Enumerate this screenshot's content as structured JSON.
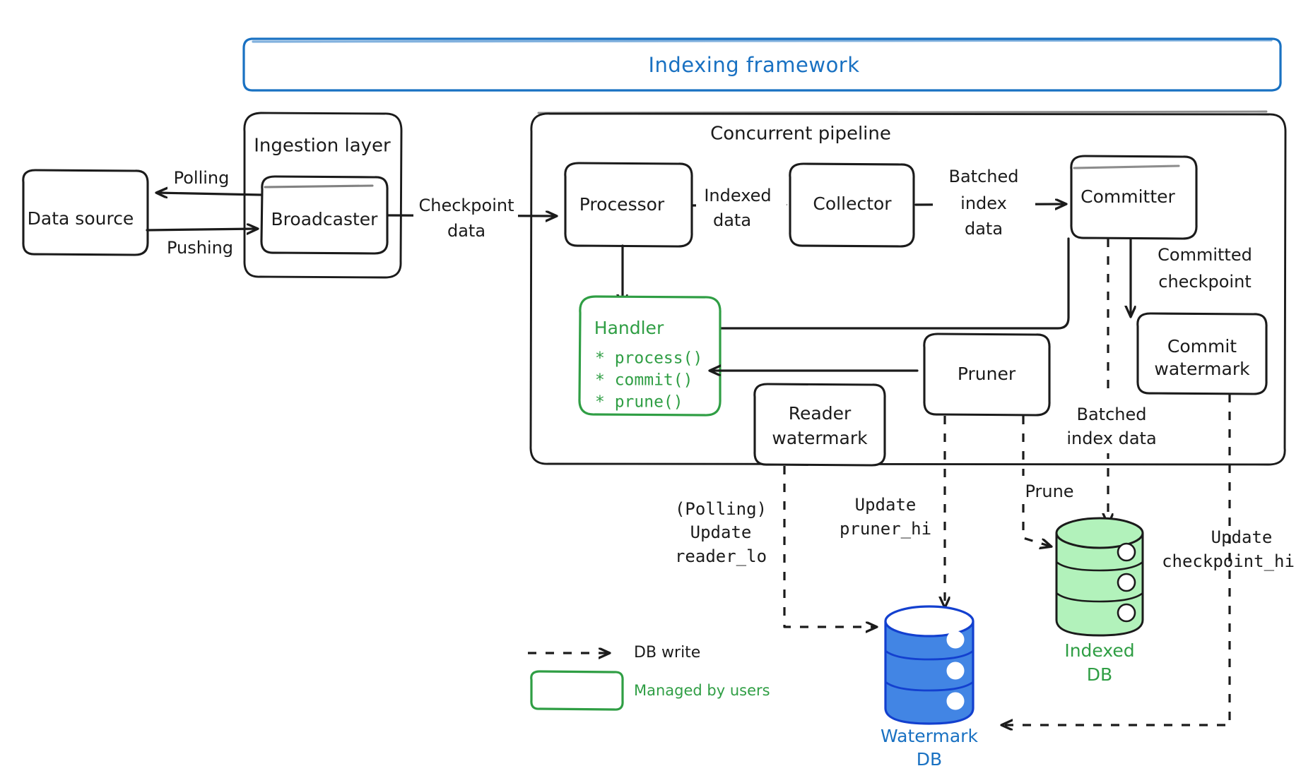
{
  "diagram": {
    "title": "Indexing framework",
    "groups": {
      "framework": "Indexing framework",
      "ingestion": "Ingestion layer",
      "pipeline": "Concurrent pipeline"
    },
    "nodes": {
      "data_source": "Data source",
      "broadcaster": "Broadcaster",
      "processor": "Processor",
      "collector": "Collector",
      "committer": "Committer",
      "commit_watermark_line1": "Commit",
      "commit_watermark_line2": "watermark",
      "reader_watermark_line1": "Reader",
      "reader_watermark_line2": "watermark",
      "pruner": "Pruner"
    },
    "handler": {
      "title": "Handler",
      "methods": [
        "* process()",
        "* commit()",
        "* prune()"
      ],
      "color": "#2f9e44"
    },
    "databases": [
      {
        "id": "indexed-db",
        "label_line1": "Indexed",
        "label_line2": "DB",
        "color": "#b2f2bb",
        "label_color": "#2f9e44"
      },
      {
        "id": "watermark-db",
        "label_line1": "Watermark",
        "label_line2": "DB",
        "color": "#4285e4",
        "label_color": "#1971c2"
      }
    ],
    "edge_labels": {
      "polling": "Polling",
      "pushing": "Pushing",
      "checkpoint_data_l1": "Checkpoint",
      "checkpoint_data_l2": "data",
      "indexed_data_l1": "Indexed",
      "indexed_data_l2": "data",
      "batched_index_data_l1": "Batched",
      "batched_index_data_l2": "index",
      "batched_index_data_l3": "data",
      "committed_checkpoint_l1": "Committed",
      "committed_checkpoint_l2": "checkpoint",
      "batched_index_data2_l1": "Batched",
      "batched_index_data2_l2": "index data",
      "prune": "Prune",
      "polling_update_l1": "(Polling)",
      "polling_update_l2": "Update",
      "polling_update_l3": "reader_lo",
      "update_pruner_l1": "Update",
      "update_pruner_l2": "pruner_hi",
      "update_checkpoint_l1": "Update",
      "update_checkpoint_l2": "checkpoint_hi"
    },
    "legend": [
      {
        "id": "db-write",
        "label": "DB write",
        "style": "dashed-arrow",
        "color": "#1b1b1b"
      },
      {
        "id": "managed-by-users",
        "label": "Managed by users",
        "style": "green-rounded-box",
        "color": "#2f9e44"
      }
    ],
    "colors": {
      "accent_blue": "#1971c2",
      "accent_green": "#2f9e44",
      "ink": "#1b1b1b",
      "db_blue_fill": "#4285e4",
      "db_green_fill": "#b2f2bb",
      "background": "#ffffff"
    }
  }
}
